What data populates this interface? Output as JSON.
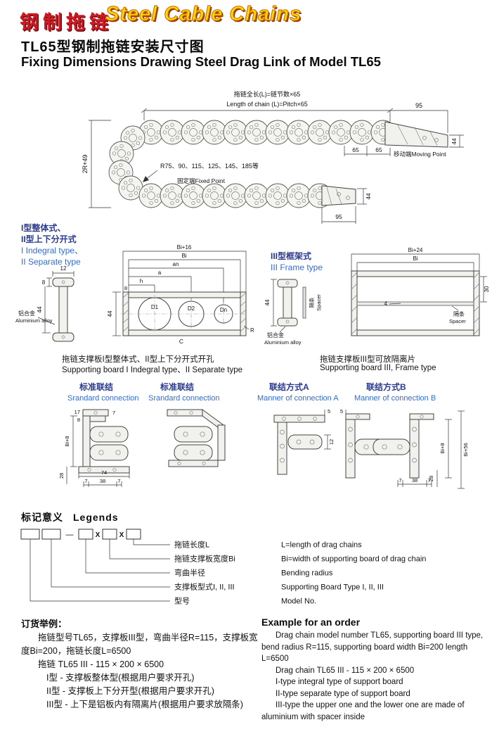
{
  "colors": {
    "logo_red": "#cf1a22",
    "logo_yellow": "#ffd800",
    "label_navy": "#2c3a8e",
    "label_blue": "#2f6bd8"
  },
  "header": {
    "logo_cn": "钢制拖链",
    "logo_en": "Steel Cable Chains"
  },
  "title": {
    "cn": "TL65型钢制拖链安装尺寸图",
    "en": "Fixing Dimensions Drawing Steel Drag Link of Model TL65"
  },
  "overview": {
    "len_cn": "拖链全长(L)=链节数×65",
    "len_en": "Length of chain (L)=Pitch×65",
    "d95_top": "95",
    "d44_moving": "44",
    "d65": "65",
    "moving_point": "移动端Moving Point",
    "radii": "R75、90、115、125、145、185等",
    "fixed_point": "固定端Fixed Point",
    "d44_fixed": "44",
    "d95_fixed": "95",
    "d2r49": "2R+49"
  },
  "types": {
    "t12_cn1": "I型整体式、",
    "t12_cn2": "II型上下分开式",
    "t12_en1": "I Indegral type、",
    "t12_en2": "II Separate type",
    "t3_cn": "III型框架式",
    "t3_en": "III Frame type"
  },
  "board12": {
    "d12": "12",
    "d8": "8",
    "d44": "44",
    "alloy_cn": "铝合金",
    "alloy_en": "Aluminium alloy",
    "bi16": "Bi+16",
    "bi": "Bi",
    "an": "an",
    "a": "a",
    "h": "h",
    "d8b": "8",
    "d44_frame": "44",
    "D1": "D1",
    "D2": "D2",
    "Dn": "Dn",
    "C": "C",
    "R": "R",
    "cap_cn": "拖链支撑板I型整体式、II型上下分开式开孔",
    "cap_en": "Supporting board I Indegral type、II Separate type"
  },
  "board3": {
    "d44": "44",
    "spacer_cn": "隔条",
    "spacer_en": "Spacer",
    "alloy_cn": "铝合金",
    "alloy_en": "Aluminium alloy",
    "bi24": "Bi+24",
    "bi": "Bi",
    "d30": "30",
    "d4": "4",
    "cap_cn": "拖链支撑板III型可放隔离片",
    "cap_en": "Supporting board III, Frame type"
  },
  "connections": {
    "std_cn": "标准联结",
    "std_en": "Srandard connection",
    "a_cn": "联结方式A",
    "a_en": "Manner of connection A",
    "b_cn": "联结方式B",
    "b_en": "Manner of connection B",
    "dims": {
      "d17": "17",
      "d8": "8",
      "d7": "7",
      "d74": "74",
      "d38": "38",
      "d28": "28",
      "bi8": "Bi+8",
      "d5": "5",
      "d12": "12",
      "bi56": "Bi+56"
    }
  },
  "legends": {
    "heading_cn": "标记意义",
    "heading_en": "Legends",
    "x": "X",
    "dash": "—",
    "rows": [
      {
        "cn": "拖链长度L",
        "en": "L=length of drag chains"
      },
      {
        "cn": "拖链支撑板宽度Bi",
        "en": "Bi=width of supporting board of drag chain"
      },
      {
        "cn": "弯曲半径",
        "en": "Bending radius"
      },
      {
        "cn": "支撑板型式I, II, III",
        "en": "Supporting Board Type I, II, III"
      },
      {
        "cn": "型号",
        "en": "Model No."
      }
    ]
  },
  "order": {
    "heading_cn": "订货举例：",
    "heading_en": "Example for an order",
    "cn1": "拖链型号TL65，支撑板III型，弯曲半径R=115，支撑板宽度Bi=200，拖链长度L=6500",
    "cn2": "拖链 TL65 III - 115 × 200 × 6500",
    "cn3": "I型 - 支撑板整体型(根据用户要求开孔)",
    "cn4": "II型 - 支撑板上下分开型(根据用户要求开孔)",
    "cn5": "III型 - 上下是铝板内有隔离片(根据用户要求放隔条)",
    "en1": "Drag chain model number TL65, supporting board III type, bend radius R=115, supporting board width Bi=200 length L=6500",
    "en2": "Drag chain TL65 III - 115 × 200 × 6500",
    "en3": "I-type integral type of support board",
    "en4": "II-type separate type of support board",
    "en5": "III-type the upper one and the lower one are made of aluminium with spacer inside"
  }
}
